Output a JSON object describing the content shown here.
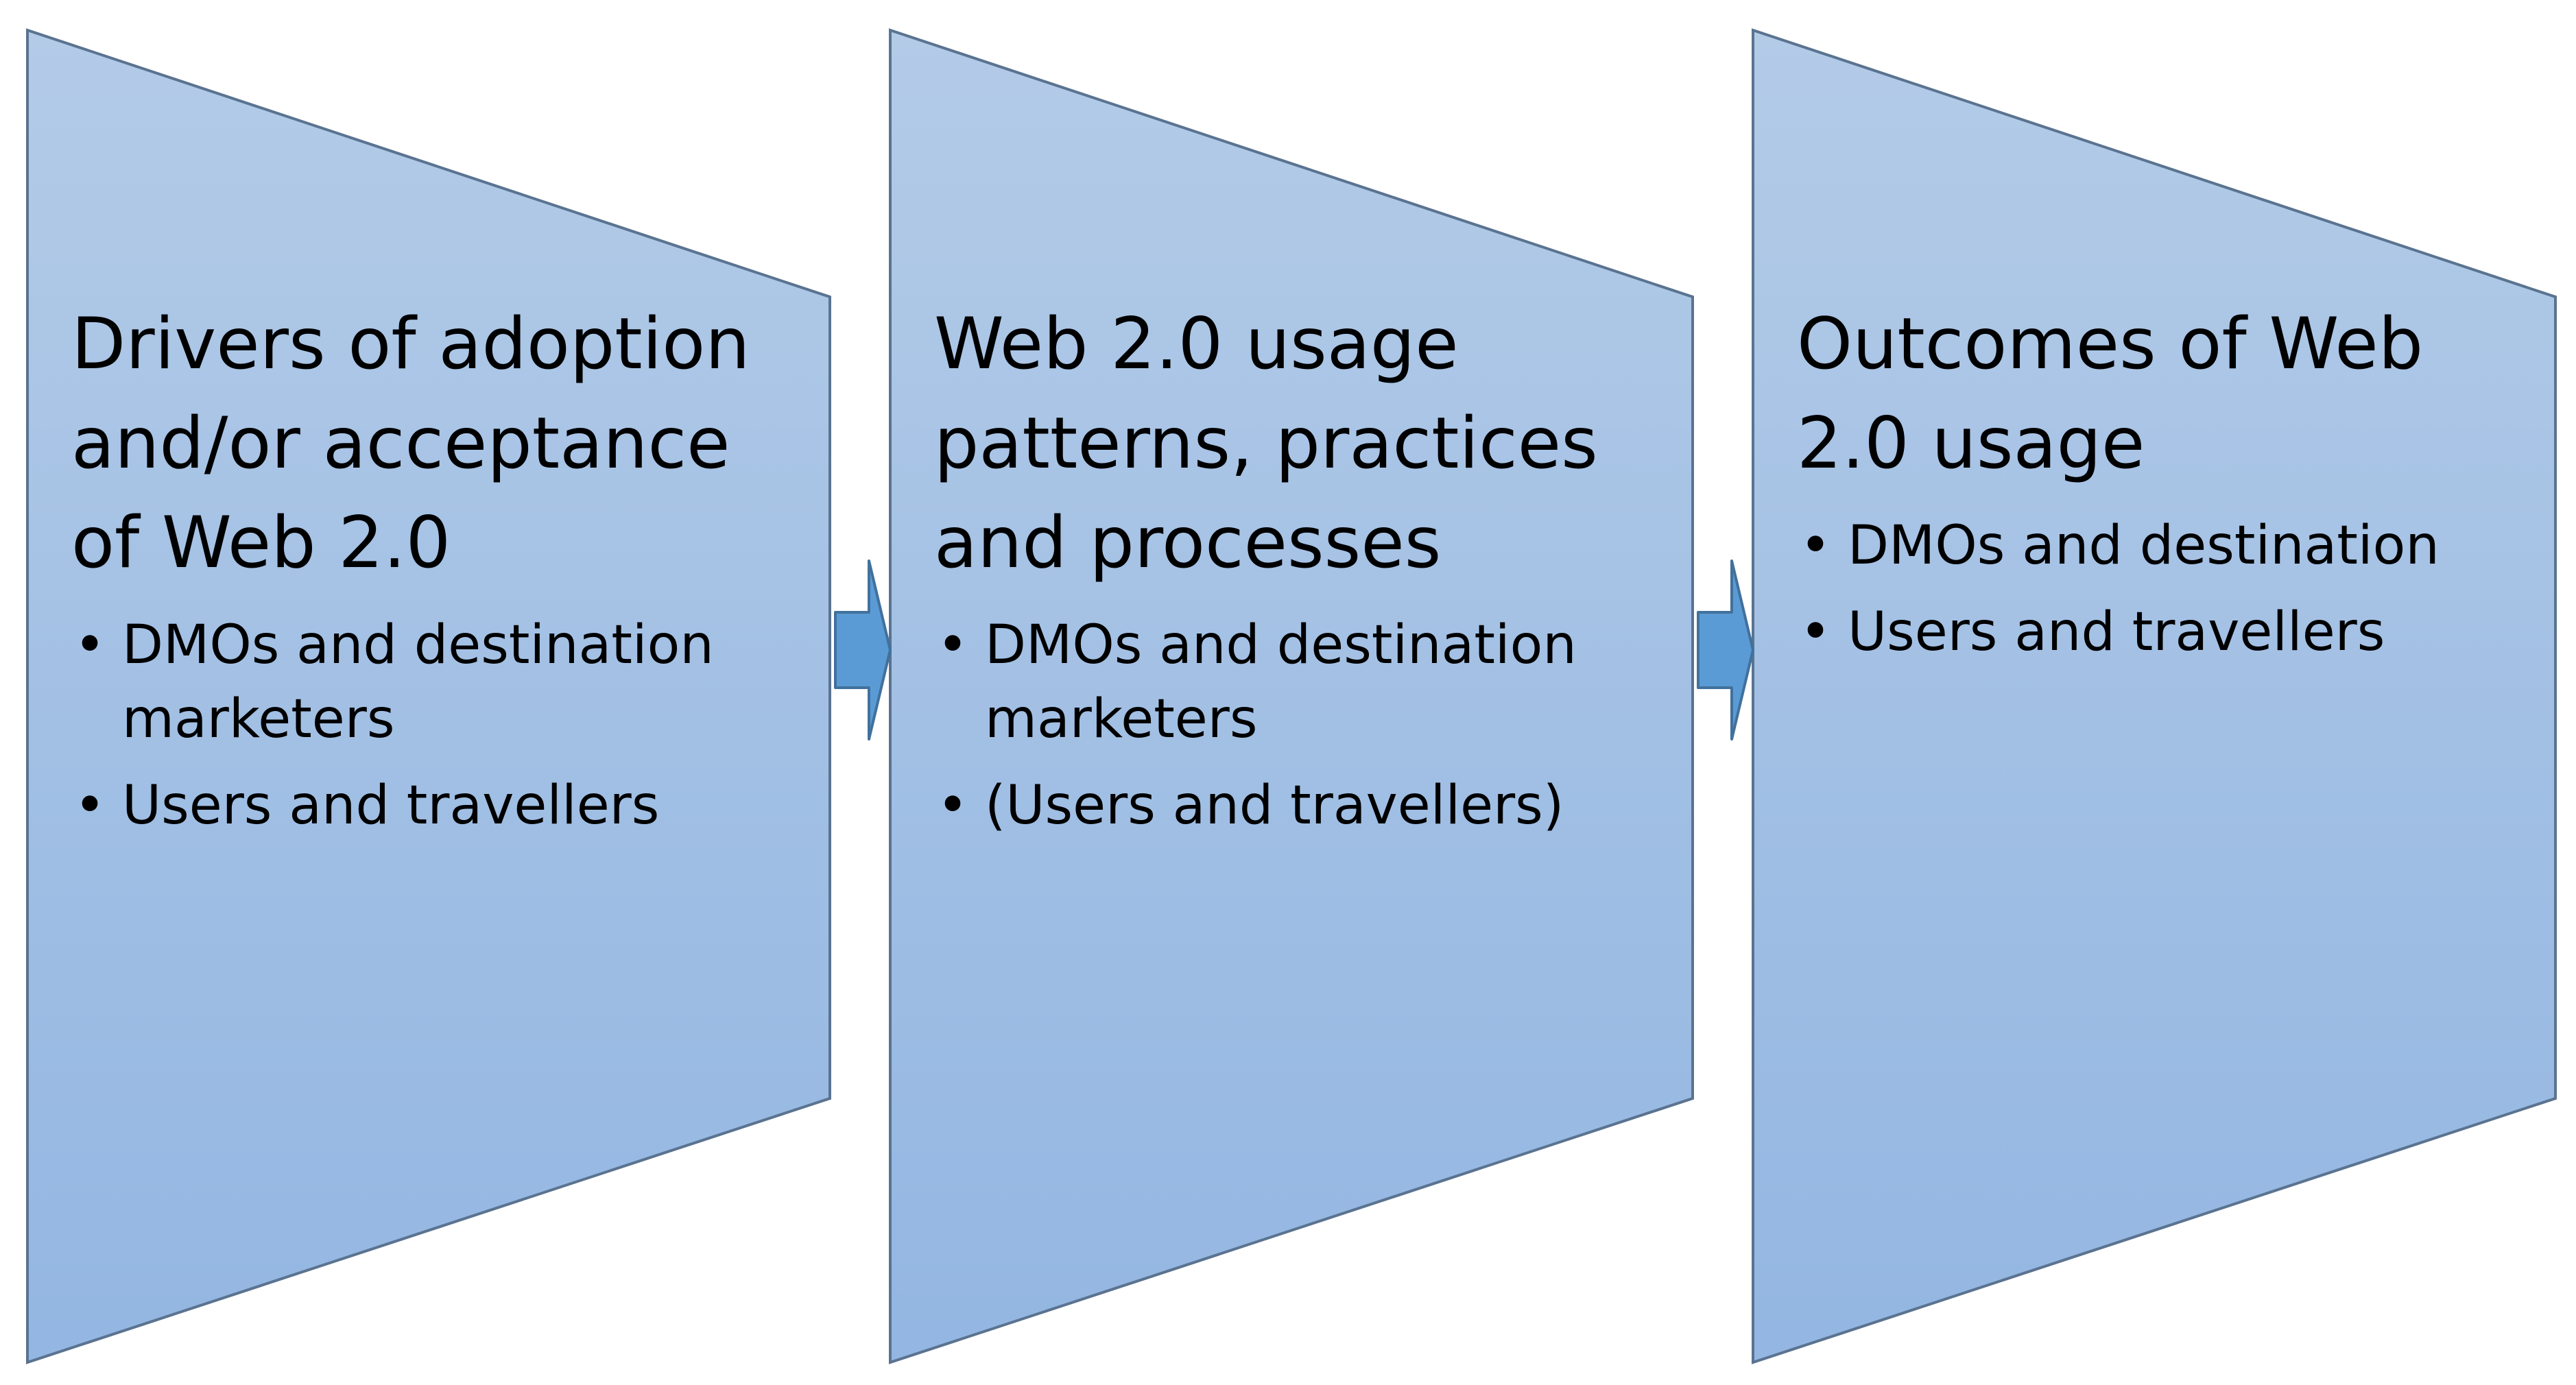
{
  "diagram": {
    "stages": [
      {
        "title": "Drivers of adoption and/or acceptance of Web 2.0",
        "bullets": [
          "DMOs and destination marketers",
          "Users and travellers"
        ]
      },
      {
        "title": "Web 2.0 usage patterns, practices and processes",
        "bullets": [
          "DMOs and destination marketers",
          "(Users and travellers)"
        ]
      },
      {
        "title": "Outcomes of Web 2.0 usage",
        "bullets": [
          "DMOs and destination",
          "Users and travellers"
        ]
      }
    ],
    "bullet_glyph": "•",
    "colors": {
      "panel_top": "#b3cbe7",
      "panel_bottom": "#93b6e2",
      "panel_border": "#5a7390",
      "arrow_fill": "#5b9bd5",
      "arrow_border": "#41719c",
      "text": "#000000"
    }
  }
}
